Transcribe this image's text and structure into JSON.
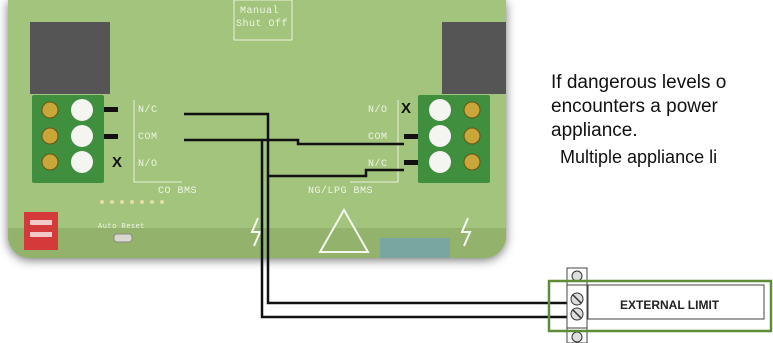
{
  "description": {
    "line1": "If dangerous levels o",
    "line2": "encounters a power",
    "line3": "appliance.",
    "line4": "Multiple appliance li"
  },
  "board": {
    "top_label_line1": "Manual",
    "top_label_line2": "Shut Off",
    "co_labels": [
      "N/C",
      "COM",
      "N/O"
    ],
    "co_title": "CO BMS",
    "ng_labels": [
      "N/O",
      "COM",
      "N/C"
    ],
    "ng_title": "NG/LPG BMS",
    "auto_reset": "Auto Reset",
    "x_mark": "X"
  },
  "external_limit": {
    "label": "EXTERNAL LIMIT"
  }
}
